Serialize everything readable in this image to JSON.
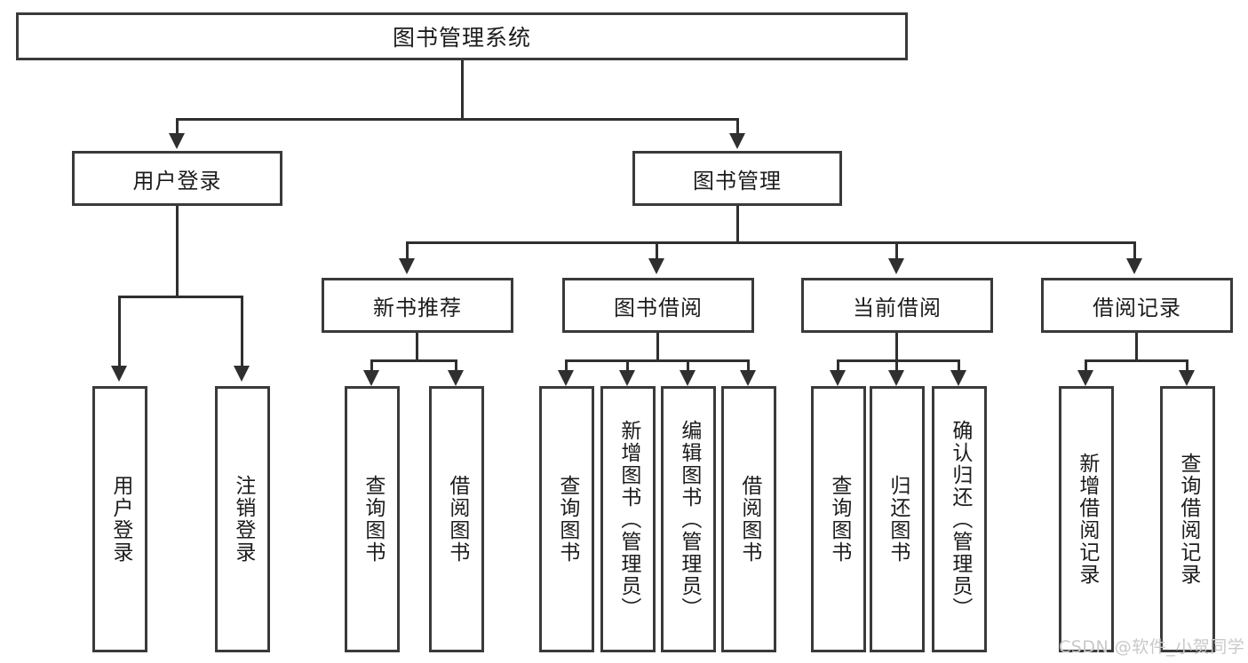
{
  "diagram": {
    "type": "tree",
    "title": "图书管理系统",
    "root": {
      "label": "图书管理系统"
    },
    "level2": [
      {
        "label": "用户登录"
      },
      {
        "label": "图书管理"
      }
    ],
    "level3": [
      {
        "label": "新书推荐"
      },
      {
        "label": "图书借阅"
      },
      {
        "label": "当前借阅"
      },
      {
        "label": "借阅记录"
      }
    ],
    "leaves": {
      "user_login": [
        {
          "label": "用户登录"
        },
        {
          "label": "注销登录"
        }
      ],
      "new_book_recommend": [
        {
          "label": "查询图书"
        },
        {
          "label": "借阅图书"
        }
      ],
      "book_borrow": [
        {
          "label": "查询图书"
        },
        {
          "label": "新增图书（管理员）"
        },
        {
          "label": "编辑图书（管理员）"
        },
        {
          "label": "借阅图书"
        }
      ],
      "current_borrow": [
        {
          "label": "查询图书"
        },
        {
          "label": "归还图书"
        },
        {
          "label": "确认归还（管理员）"
        }
      ],
      "borrow_record": [
        {
          "label": "新增借阅记录"
        },
        {
          "label": "查询借阅记录"
        }
      ]
    }
  },
  "watermark": {
    "text": "CSDN @软件_小贺同学"
  },
  "colors": {
    "border": "#3a3a3a",
    "connector": "#2f2f2f",
    "text": "#1c1c1c",
    "background": "#ffffff",
    "watermark": "#c9c9c9"
  }
}
